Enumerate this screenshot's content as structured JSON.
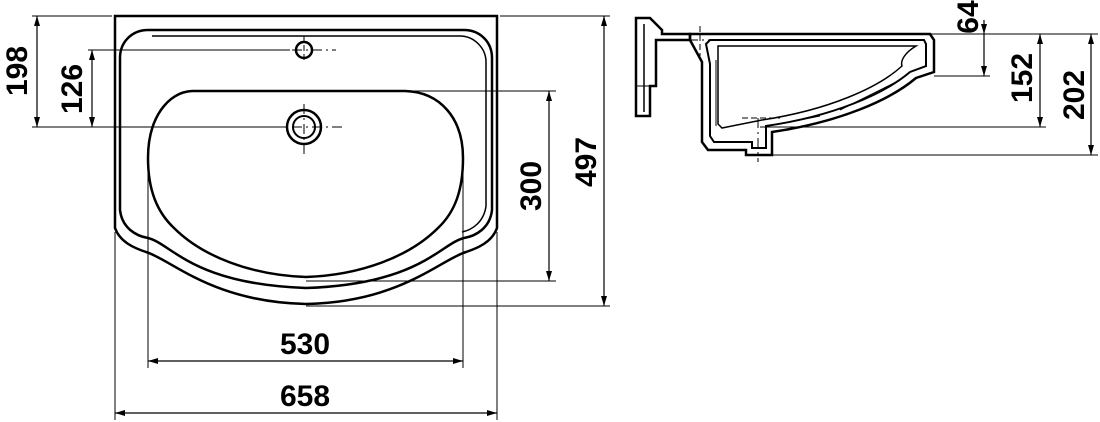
{
  "drawing": {
    "colors": {
      "line": "#000000",
      "background": "#ffffff"
    },
    "top_view": {
      "dimensions": {
        "faucet_hole_offset": "198",
        "drain_offset": "126",
        "bowl_depth": "300",
        "overall_depth": "497",
        "bowl_width": "530",
        "overall_width": "658"
      }
    },
    "side_view": {
      "dimensions": {
        "rim_thickness": "64",
        "bowl_height": "152",
        "overall_height": "202"
      }
    }
  }
}
